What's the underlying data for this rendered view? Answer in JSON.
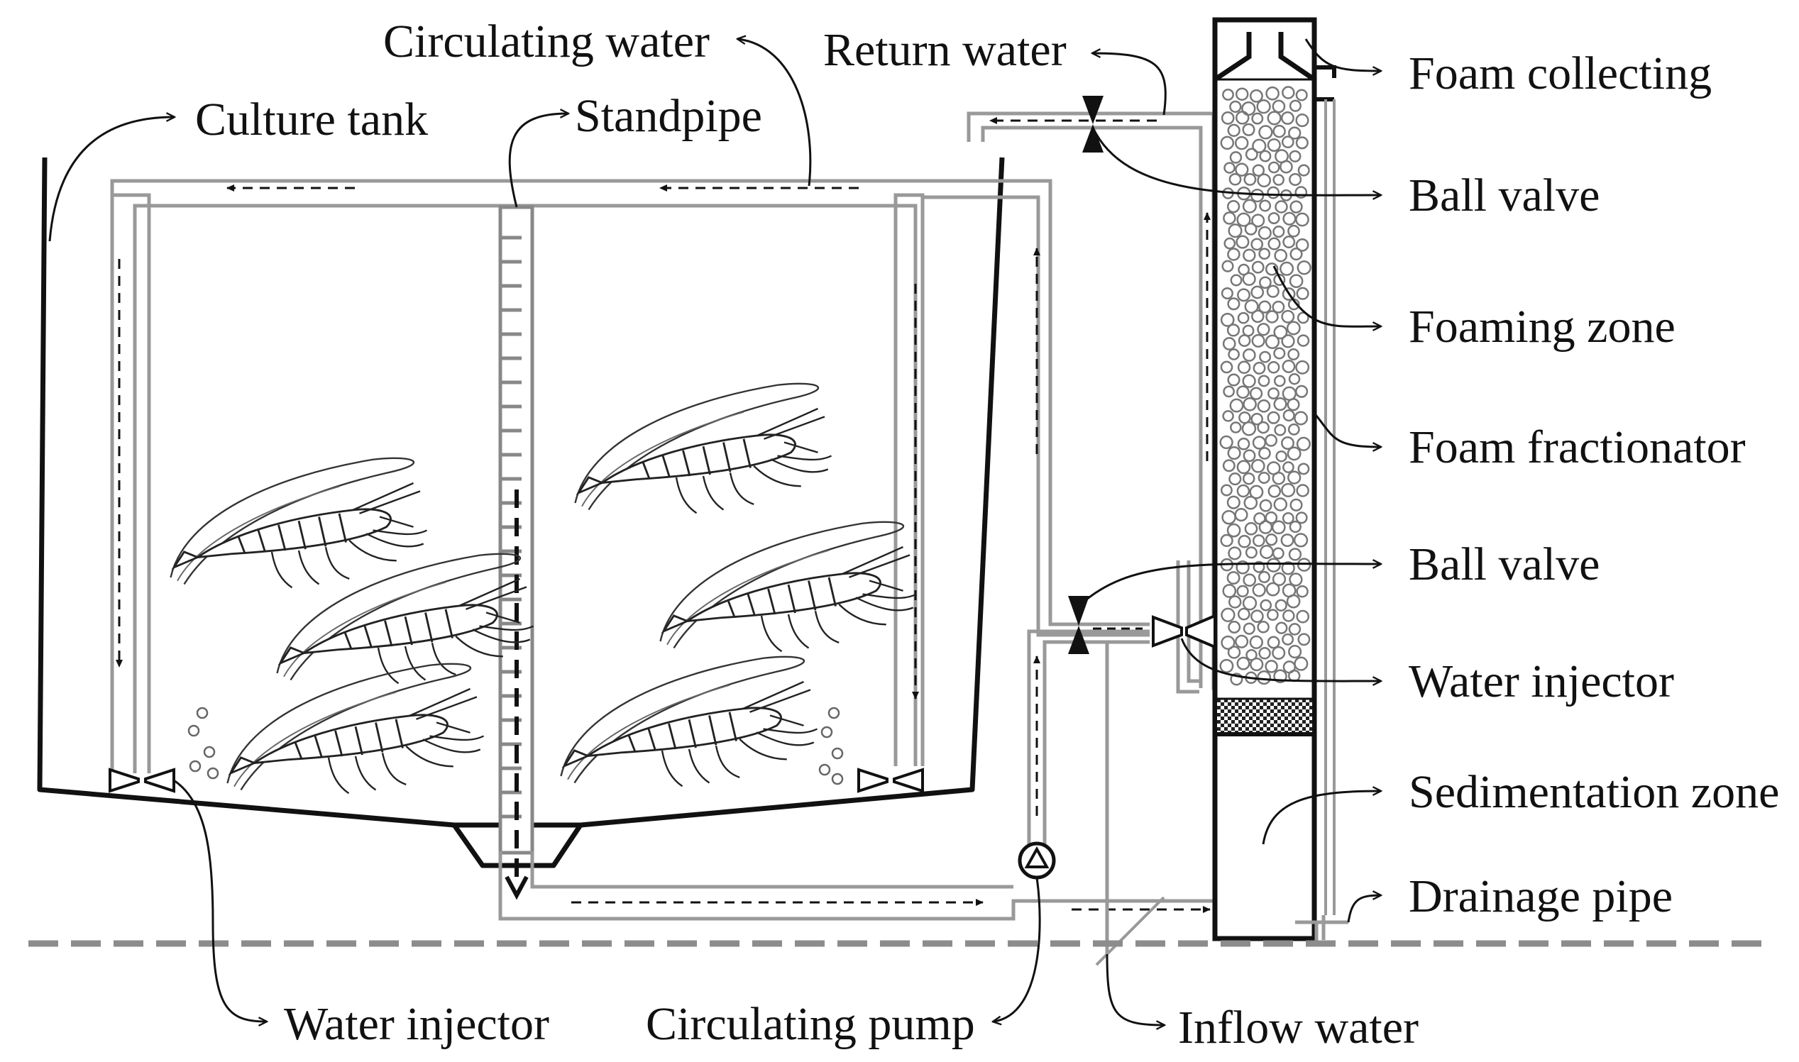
{
  "labels": {
    "circulating_water": "Circulating water",
    "return_water": "Return water",
    "foam_collecting": "Foam collecting",
    "culture_tank": "Culture tank",
    "standpipe": "Standpipe",
    "ball_valve_top": "Ball valve",
    "foaming_zone": "Foaming zone",
    "foam_fractionator": "Foam fractionator",
    "ball_valve_mid": "Ball valve",
    "water_injector_right": "Water injector",
    "sedimentation_zone": "Sedimentation zone",
    "drainage_pipe": "Drainage pipe",
    "water_injector_left": "Water injector",
    "circulating_pump": "Circulating pump",
    "inflow_water": "Inflow water"
  },
  "colors": {
    "line": "#111111",
    "pipe": "#9a9a9a",
    "ground": "#8c8c8c"
  },
  "icons": [
    "shrimp-icon",
    "bubble-icon",
    "ball-valve-icon",
    "water-injector-icon",
    "pump-icon"
  ]
}
